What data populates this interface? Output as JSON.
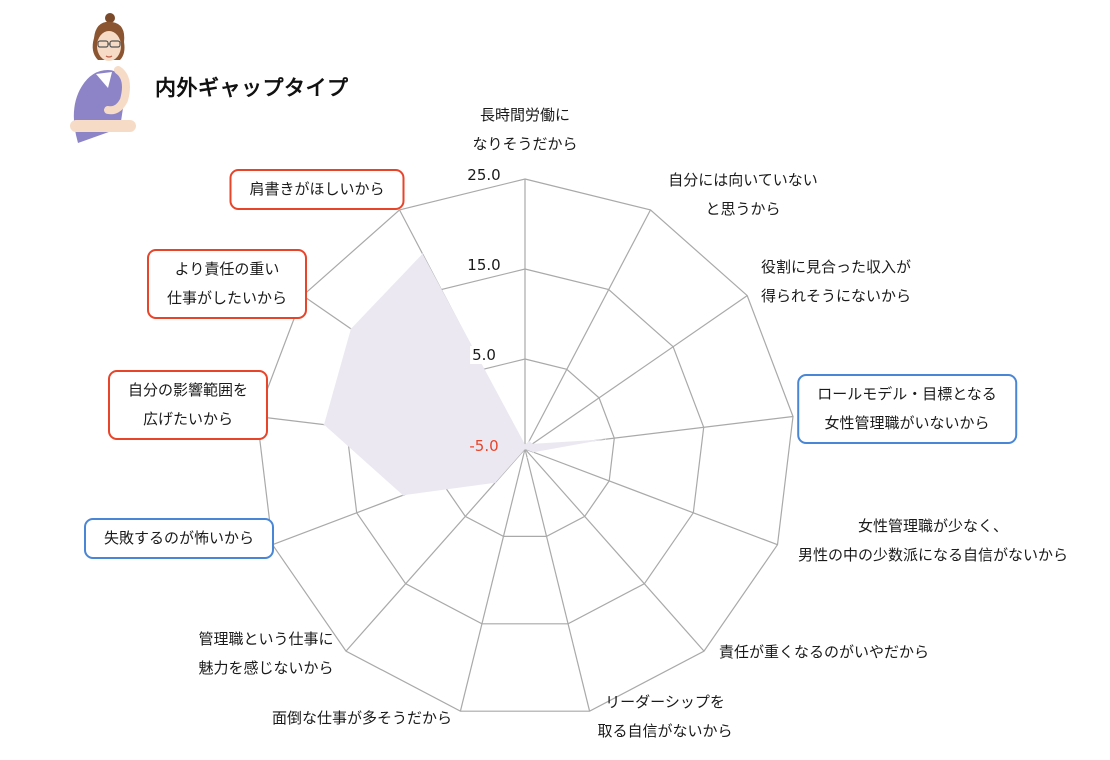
{
  "header": {
    "title": "内外ギャップタイプ",
    "avatar_icon": "woman-thinking-illustration"
  },
  "colors": {
    "grid": "#a9a9a9",
    "fill": "#ebe8f2",
    "highlight_red": "#e8442a",
    "highlight_blue": "#4a86d6",
    "negative_tick": "#e8442a"
  },
  "chart_data": {
    "type": "radar",
    "title": "",
    "rlim": [
      -5.0,
      25.0
    ],
    "ticks": [
      "25.0",
      "15.0",
      "5.0",
      "-5.0"
    ],
    "grid": true,
    "legend": "none",
    "categories": [
      {
        "lines": [
          "長時間労働に",
          "なりそうだから"
        ],
        "highlight": "none"
      },
      {
        "lines": [
          "自分には向いていない",
          "と思うから"
        ],
        "highlight": "none"
      },
      {
        "lines": [
          "役割に見合った収入が",
          "得られそうにないから"
        ],
        "highlight": "none"
      },
      {
        "lines": [
          "ロールモデル・目標となる",
          "女性管理職がいないから"
        ],
        "highlight": "blue"
      },
      {
        "lines": [
          "女性管理職が少なく、",
          "男性の中の少数派になる自信がないから"
        ],
        "highlight": "none"
      },
      {
        "lines": [
          "責任が重くなるのがいやだから"
        ],
        "highlight": "none"
      },
      {
        "lines": [
          "リーダーシップを",
          "取る自信がないから"
        ],
        "highlight": "none"
      },
      {
        "lines": [
          "面倒な仕事が多そうだから"
        ],
        "highlight": "none"
      },
      {
        "lines": [
          "管理職という仕事に",
          "魅力を感じないから"
        ],
        "highlight": "none"
      },
      {
        "lines": [
          "失敗するのが怖いから"
        ],
        "highlight": "blue"
      },
      {
        "lines": [
          "自分の影響範囲を",
          "広げたいから"
        ],
        "highlight": "red"
      },
      {
        "lines": [
          "より責任の重い",
          "仕事がしたいから"
        ],
        "highlight": "red"
      },
      {
        "lines": [
          "肩書きがほしいから"
        ],
        "highlight": "red"
      }
    ],
    "series": [
      {
        "values": [
          -4.5,
          -4.0,
          -4.0,
          4.0,
          -4.0,
          -5.0,
          -4.0,
          -5.0,
          0.0,
          9.5,
          17.5,
          18.5,
          19.5
        ]
      }
    ]
  }
}
